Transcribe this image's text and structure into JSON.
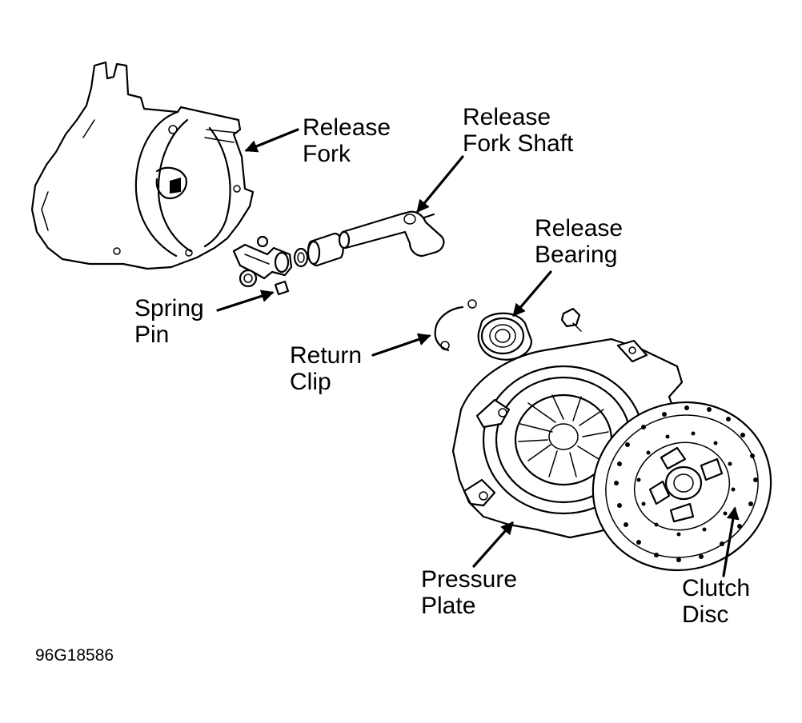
{
  "labels": {
    "release_fork": [
      "Release",
      "Fork"
    ],
    "release_fork_shaft": [
      "Release",
      "Fork Shaft"
    ],
    "release_bearing": [
      "Release",
      "Bearing"
    ],
    "spring_pin": [
      "Spring",
      "Pin"
    ],
    "return_clip": [
      "Return",
      "Clip"
    ],
    "pressure_plate": [
      "Pressure",
      "Plate"
    ],
    "clutch_disc": [
      "Clutch",
      "Disc"
    ]
  },
  "figure_code": "96G18586"
}
